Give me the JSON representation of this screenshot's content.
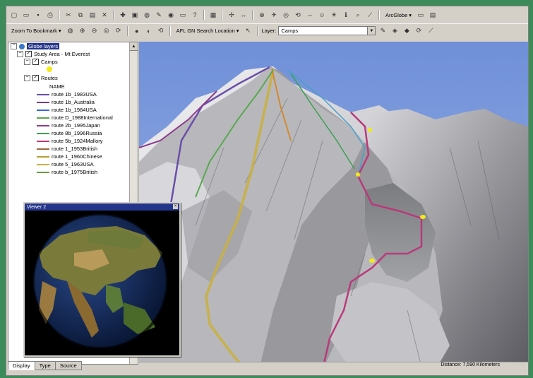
{
  "toolbar_top": {
    "icons": [
      "new-icon",
      "open-icon",
      "save-icon",
      "print-icon",
      "cut-icon",
      "copy-icon",
      "paste-icon",
      "delete-icon",
      "add-data-icon",
      "layout-icon",
      "globe-icon",
      "tools-icon",
      "editor-icon",
      "window-icon",
      "help-icon",
      "table-icon",
      "navigate-icon",
      "pan-icon",
      "zoom-icon",
      "fly-icon",
      "target-icon",
      "orbit-icon",
      "full-extent-icon",
      "observer-icon",
      "sun-icon",
      "identify-icon",
      "find-icon",
      "measure-icon"
    ],
    "dropdown_label": "ArcGlobe",
    "right_icons": [
      "window-icon",
      "dock-icon"
    ]
  },
  "toolbar_second": {
    "zoom_bookmark_label": "Zoom To Bookmark",
    "search_label": "AFL GN Search Location",
    "layer_label": "Layer:",
    "layer_value": "Camps"
  },
  "toc": {
    "root_label": "Globe layers",
    "study_area_label": "Study Area - Mt Everest",
    "camps_label": "Camps",
    "routes_label": "Routes",
    "name_header": "NAME",
    "routes": [
      {
        "label": "route 1b_1983USA",
        "color": "#6a4fa8"
      },
      {
        "label": "route 1b_Australia",
        "color": "#7a3c8c"
      },
      {
        "label": "route 1b_1984USA",
        "color": "#3a6acc"
      },
      {
        "label": "route D_1988International",
        "color": "#5aa850"
      },
      {
        "label": "route 2b_1995Japan",
        "color": "#8a3c8c"
      },
      {
        "label": "route 8b_1996Russia",
        "color": "#3aa050"
      },
      {
        "label": "route 5b_1924Mallory",
        "color": "#b83a7a"
      },
      {
        "label": "route 1_1953British",
        "color": "#9a6a3a"
      },
      {
        "label": "route 1_1960Chinese",
        "color": "#b8a030"
      },
      {
        "label": "route 5_1963USA",
        "color": "#c8b048"
      },
      {
        "label": "route b_1975British",
        "color": "#6a9a40"
      }
    ],
    "tabs": [
      "Display",
      "Type",
      "Source"
    ]
  },
  "viewer": {
    "title": "Viewer 2"
  },
  "status": {
    "distance": "Distance: 7,590 Kilometers"
  }
}
